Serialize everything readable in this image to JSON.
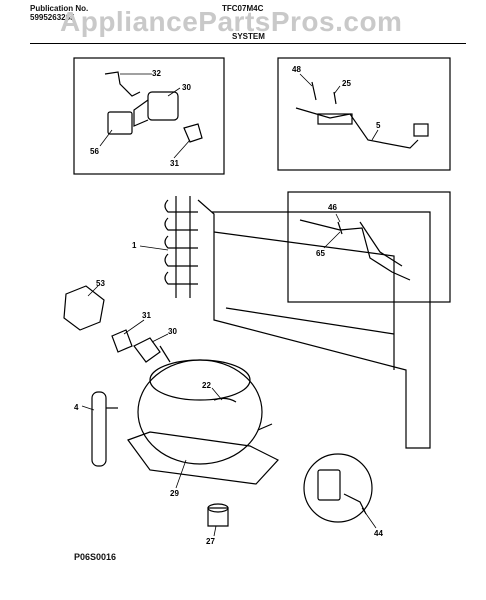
{
  "header": {
    "publication_label": "Publication No.",
    "publication_number": "5995263265",
    "model": "TFC07M4C",
    "section": "SYSTEM",
    "watermark": "AppliancePartsPros.com"
  },
  "footer": {
    "code": "P06S0016"
  },
  "callouts": [
    "32",
    "30",
    "56",
    "31",
    "48",
    "25",
    "5",
    "46",
    "65",
    "1",
    "53",
    "31",
    "30",
    "22",
    "4",
    "29",
    "27",
    "44"
  ],
  "colors": {
    "ink": "#000000",
    "watermark": "#c9c9c9",
    "background": "#ffffff"
  }
}
